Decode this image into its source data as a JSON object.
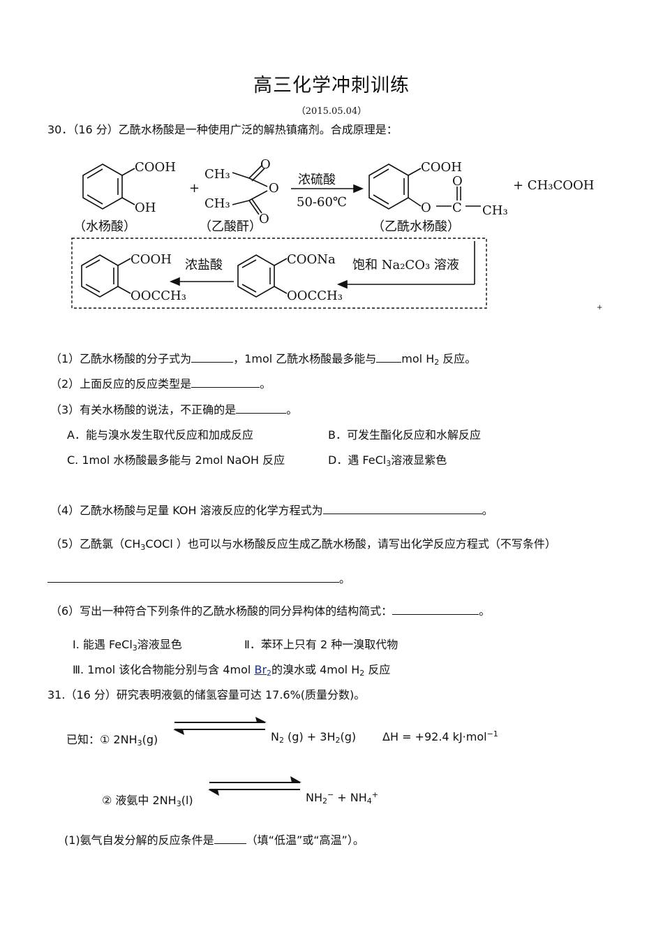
{
  "header": {
    "title": "高三化学冲刺训练",
    "date": "（2015.05.04）"
  },
  "q30": {
    "intro": "30．（16 分）乙酰水杨酸是一种使用广泛的解热镇痛剂。合成原理是：",
    "scheme": {
      "salicylic_acid_label": "（水杨酸）",
      "anhydride_label": "（乙酸酐）",
      "product_label": "（乙酰水杨酸）",
      "reagent_top": "浓硫酸",
      "reagent_bottom": "50-60℃",
      "byproduct": "+ CH₃COOH",
      "plus": "+",
      "box_reagent_na2co3": "饱和 Na₂CO₃ 溶液",
      "box_reagent_hcl": "浓盐酸",
      "cooh": "COOH",
      "oh": "OH",
      "coona": "COONa",
      "oocch3": "OOCCH₃",
      "ch3": "CH₃",
      "o": "O",
      "c": "C"
    },
    "p1a": "（1）乙酰水杨酸的分子式为",
    "p1b": "，1mol 乙酰水杨酸最多能与",
    "p1c": "mol H",
    "p1sub": "2",
    "p1d": " 反应。",
    "p2a": "（2）上面反应的反应类型是",
    "p2b": "。",
    "p3a": "（3）有关水杨酸的说法，不正确的是",
    "p3b": "。",
    "optA": "A．能与溴水发生取代反应和加成反应",
    "optB": "B．可发生酯化反应和水解反应",
    "optC": "C. 1mol 水杨酸最多能与 2mol NaOH 反应",
    "optDa": "D．遇 FeCl",
    "optDsub": "3",
    "optDb": "溶液显紫色",
    "p4a": "（4）乙酰水杨酸与足量 KOH 溶液反应的化学方程式为",
    "p4b": "。",
    "p5a": "（5）乙酰氯（CH",
    "p5sub": "3",
    "p5b": "COCl ）也可以与水杨酸反应生成乙酰水杨酸，请写出化学反应方程式（不写条件）",
    "p5end": "。",
    "p6a": "（6）写出一种符合下列条件的乙酰水杨酸的同分异构体的结构简式：",
    "p6b": "。",
    "c1a": "Ⅰ. 能遇 FeCl",
    "c1sub": "3",
    "c1b": "溶液显色",
    "c2": "Ⅱ．苯环上只有 2 种一溴取代物",
    "c3a": "Ⅲ. 1mol 该化合物能分别与含 4mol ",
    "c3link": "Br",
    "c3linksub": "2",
    "c3b": "的溴水或 4mol H",
    "c3sub": "2",
    "c3c": " 反应"
  },
  "q31": {
    "intro": "31.（16 分）研究表明液氨的储氢容量可达 17.6%(质量分数)。",
    "known_a": "已知：① 2NH",
    "known_a_sub": "3",
    "known_a_b": "(g)",
    "known_b": "N",
    "known_b_sub": "2",
    "known_b_b": " (g) + 3H",
    "known_b_sub2": "2",
    "known_b_c": "(g)",
    "dh": "ΔH = +92.4 kJ·mol",
    "dh_sup": "−1",
    "eq2a": "② 液氨中 2NH",
    "eq2a_sub": "3",
    "eq2a_b": "(l)",
    "eq2b": "NH",
    "eq2b_sub": "2",
    "eq2b_sup": "−",
    "eq2c": " + NH",
    "eq2c_sub": "4",
    "eq2c_sup": "+",
    "p1a": "(1)氨气自发分解的反应条件是",
    "p1b": "（填“低温”或“高温”）。"
  }
}
